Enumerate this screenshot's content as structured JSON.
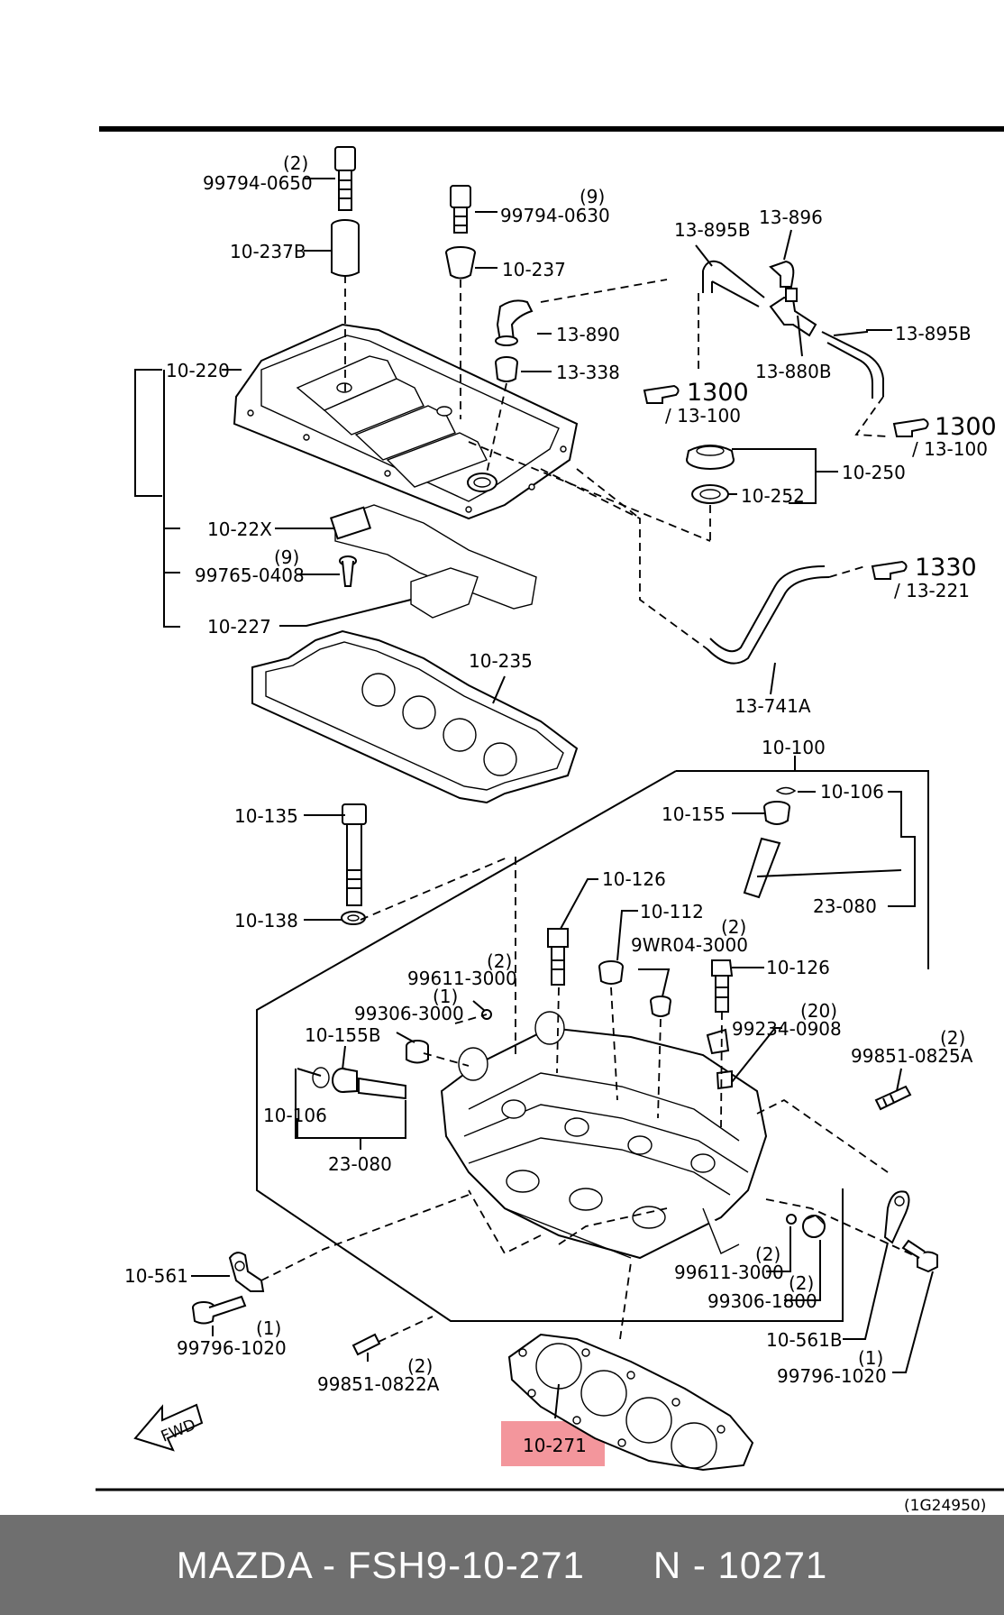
{
  "labels": {
    "l_99794_0650_qty": "(2)",
    "l_99794_0650": "99794-0650",
    "l_99794_0630_qty": "(9)",
    "l_99794_0630": "99794-0630",
    "l_10_237B": "10-237B",
    "l_10_237": "10-237",
    "l_13_895B_top": "13-895B",
    "l_13_896": "13-896",
    "l_13_890": "13-890",
    "l_13_338": "13-338",
    "l_13_895B_right": "13-895B",
    "l_13_880B": "13-880B",
    "l_10_220": "10-220",
    "l_ref_1300_a": "1300",
    "l_ref_13_100_a": "/ 13-100",
    "l_ref_1300_b": "1300",
    "l_ref_13_100_b": "/ 13-100",
    "l_10_250": "10-250",
    "l_10_252": "10-252",
    "l_10_22X": "10-22X",
    "l_99765_0408_qty": "(9)",
    "l_99765_0408": "99765-0408",
    "l_ref_1330": "1330",
    "l_ref_13_221": "/ 13-221",
    "l_10_227": "10-227",
    "l_10_235": "10-235",
    "l_13_741A": "13-741A",
    "l_10_100": "10-100",
    "l_10_106_top": "10-106",
    "l_10_155": "10-155",
    "l_10_135": "10-135",
    "l_10_126_top": "10-126",
    "l_23_080_right": "23-080",
    "l_10_112": "10-112",
    "l_10_138": "10-138",
    "l_9WR04_3000_qty": "(2)",
    "l_9WR04_3000": "9WR04-3000",
    "l_99611_3000_top_qty": "(2)",
    "l_99611_3000_top": "99611-3000",
    "l_10_126_mid": "10-126",
    "l_99306_3000_qty": "(1)",
    "l_99306_3000": "99306-3000",
    "l_99234_0908_qty": "(20)",
    "l_99234_0908": "99234-0908",
    "l_10_155B": "10-155B",
    "l_99851_0825A_qty": "(2)",
    "l_99851_0825A": "99851-0825A",
    "l_10_106_left": "10-106",
    "l_23_080_left": "23-080",
    "l_10_561": "10-561",
    "l_99611_3000_bot_qty": "(2)",
    "l_99611_3000_bot": "99611-3000",
    "l_99306_1800_qty": "(2)",
    "l_99306_1800": "99306-1800",
    "l_99796_1020_left_qty": "(1)",
    "l_99796_1020_left": "99796-1020",
    "l_10_561B": "10-561B",
    "l_99851_0822A_qty": "(2)",
    "l_99851_0822A": "99851-0822A",
    "l_99796_1020_right_qty": "(1)",
    "l_99796_1020_right": "99796-1020",
    "l_10_271": "10-271",
    "l_fwd": "FWD",
    "l_fig_code": "(1G24950)"
  },
  "footer": {
    "text": "MAZDA - FSH9-10-271      N - 10271"
  },
  "colors": {
    "highlight": "#f28b91",
    "footer_bg": "#6f6f6f",
    "footer_text": "#ffffff"
  }
}
